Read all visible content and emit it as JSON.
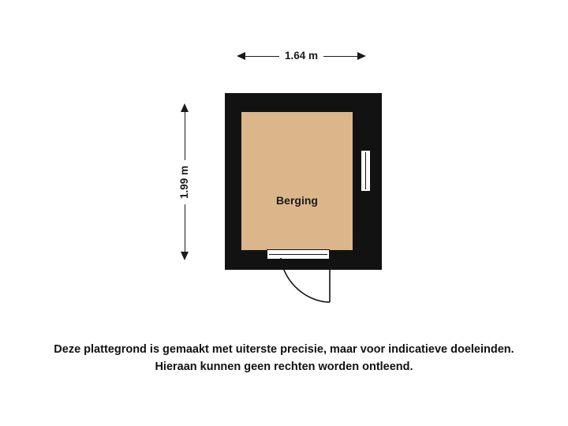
{
  "plan": {
    "room_label": "Berging",
    "width_dimension": "1.64 m",
    "height_dimension": "1.99 m",
    "colors": {
      "wall": "#121212",
      "floor": "#dcb68b",
      "background": "#ffffff",
      "text": "#111111"
    }
  },
  "disclaimer": {
    "line1": "Deze plattegrond is gemaakt met uiterste precisie, maar voor indicatieve doeleinden.",
    "line2": "Hieraan kunnen geen rechten worden ontleend."
  }
}
